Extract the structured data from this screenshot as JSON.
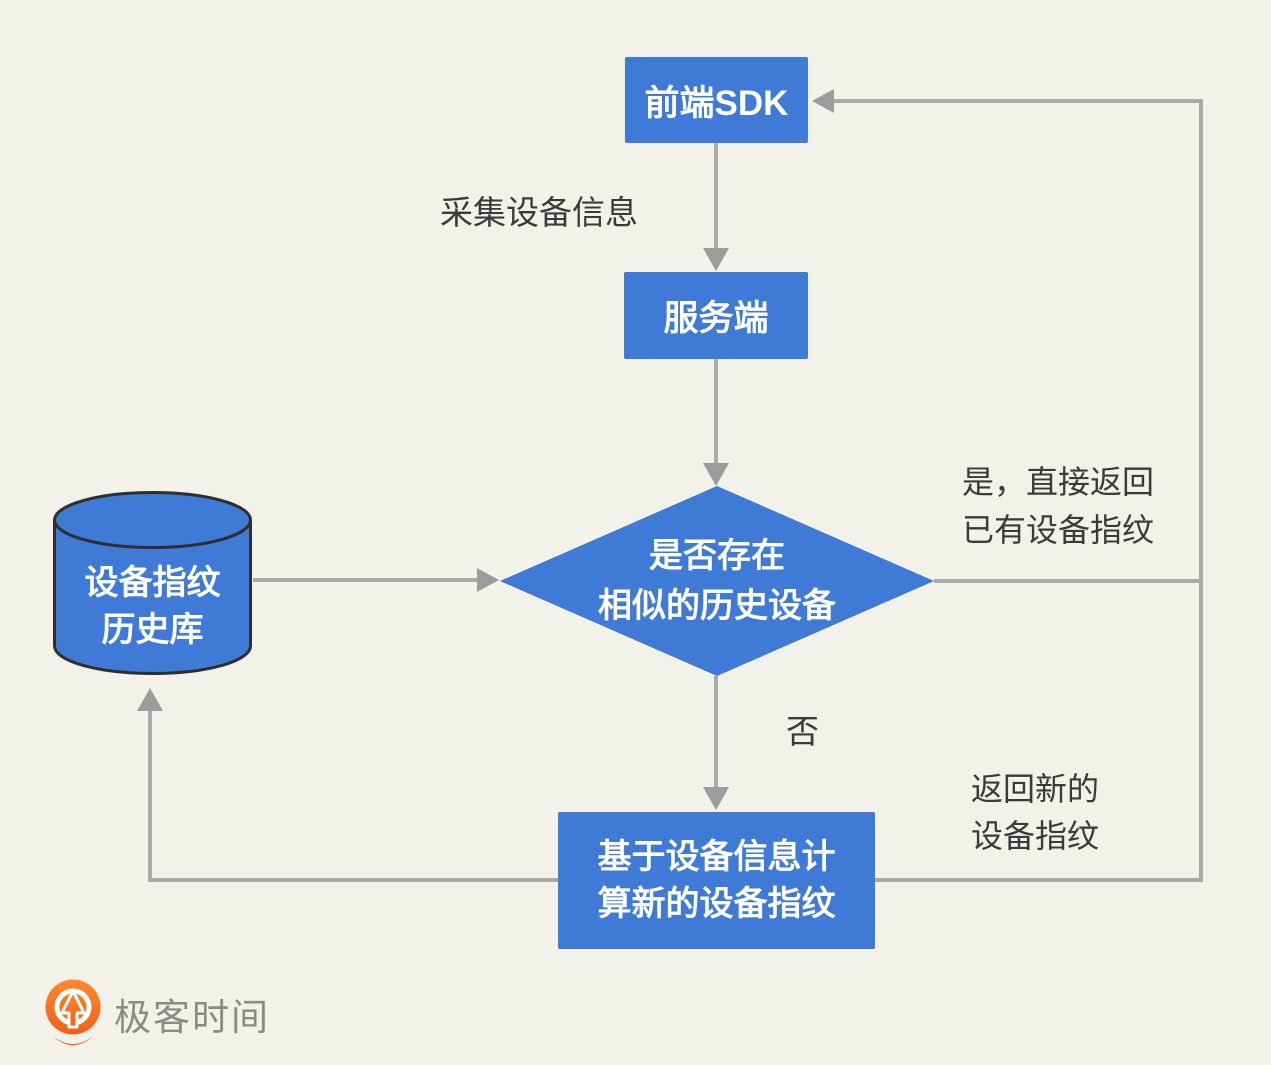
{
  "colors": {
    "background": "#F2F2EB",
    "node_blue": "#3E7AD6",
    "node_text": "#FFFFFF",
    "line_gray": "#A9A9A9",
    "arrow_gray": "#9C9C9C",
    "label_dark": "#3A3A3A",
    "cylinder_stroke": "#2E2E2E",
    "brand_orange": "#F2601C",
    "brand_orange_light": "#FB8A2E",
    "brand_text_gray": "#8B8B85"
  },
  "nodes": {
    "frontend_sdk": {
      "label": "前端SDK"
    },
    "server": {
      "label": "服务端"
    },
    "decision": {
      "label": "是否存在\n相似的历史设备"
    },
    "database": {
      "label": "设备指纹\n历史库"
    },
    "compute": {
      "label": "基于设备信息计\n算新的设备指纹"
    }
  },
  "edge_labels": {
    "collect": "采集设备信息",
    "yes_branch": "是，直接返回\n已有设备指纹",
    "no_branch": "否",
    "return_new": "返回新的\n设备指纹"
  },
  "footer": {
    "brand": "极客时间"
  }
}
